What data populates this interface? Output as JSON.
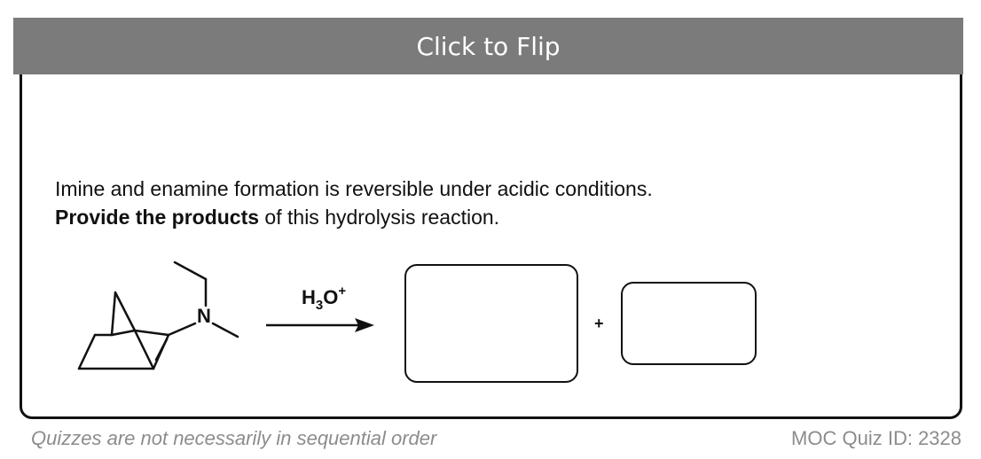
{
  "flip_bar": {
    "label": "Click to Flip"
  },
  "question": {
    "line1": "Imine and enamine formation is reversible under acidic conditions.",
    "line2_bold": "Provide the products",
    "line2_rest": " of this hydrolysis reaction."
  },
  "reaction": {
    "reagent_main": "H",
    "reagent_sub": "3",
    "reagent_o": "O",
    "reagent_sup": "+",
    "nitrogen_label": "N",
    "plus": "+"
  },
  "footer": {
    "left": "Quizzes are not necessarily in sequential order",
    "right": "MOC Quiz ID: 2328"
  }
}
